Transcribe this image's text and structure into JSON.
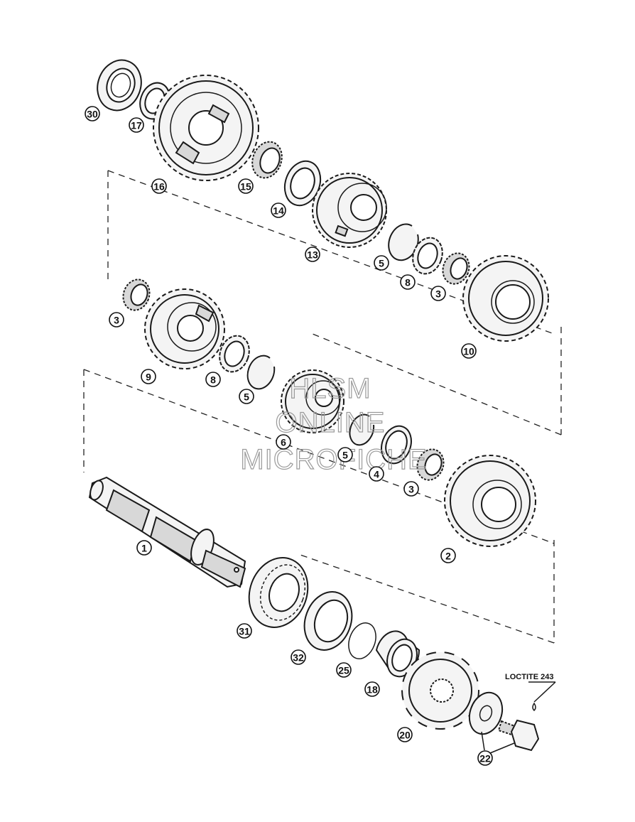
{
  "diagram": {
    "callouts": [
      {
        "label": "30"
      },
      {
        "label": "17"
      },
      {
        "label": "16"
      },
      {
        "label": "15"
      },
      {
        "label": "14"
      },
      {
        "label": "13"
      },
      {
        "label": "5"
      },
      {
        "label": "8"
      },
      {
        "label": "3"
      },
      {
        "label": "10"
      },
      {
        "label": "3"
      },
      {
        "label": "9"
      },
      {
        "label": "8"
      },
      {
        "label": "5"
      },
      {
        "label": "6"
      },
      {
        "label": "5"
      },
      {
        "label": "4"
      },
      {
        "label": "3"
      },
      {
        "label": "2"
      },
      {
        "label": "1"
      },
      {
        "label": "31"
      },
      {
        "label": "32"
      },
      {
        "label": "25"
      },
      {
        "label": "18"
      },
      {
        "label": "20"
      },
      {
        "label": "22"
      }
    ],
    "loctite_label": "LOCTITE 243",
    "watermark": [
      "HLSM",
      "ONLINE",
      "MICROFICHE"
    ]
  }
}
